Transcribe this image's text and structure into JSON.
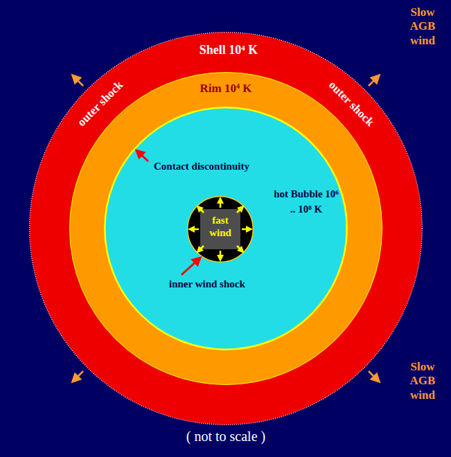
{
  "diagram": {
    "caption": "( not to scale )",
    "nodes": [
      {
        "text": [
          "Shell 10⁴ K",
          "outer shock",
          "outer shock"
        ]
      },
      {
        "text": [
          "Rim 10⁴ K"
        ],
        "in": 0
      },
      {
        "text": [
          "Contact discontinuity",
          "hot Bubble 10⁶ .. 10⁸ K",
          "inner wind shock"
        ],
        "in": 1
      },
      {
        "text": [
          "fast wind"
        ],
        "in": 2
      }
    ],
    "labels": [
      "Slow AGB wind",
      "Slow AGB wind"
    ]
  }
}
